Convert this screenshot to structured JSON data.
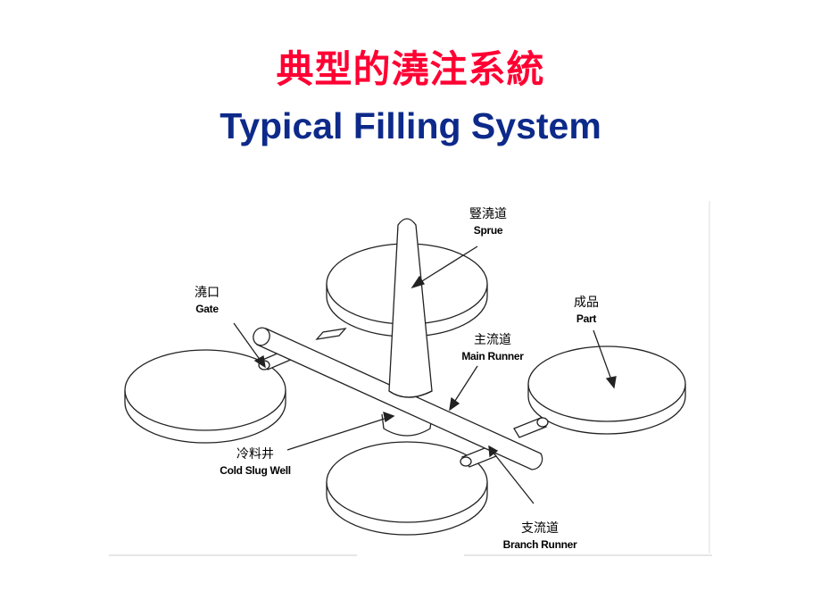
{
  "title": {
    "chinese": "典型的澆注系統",
    "english": "Typical Filling System"
  },
  "labels": {
    "sprue": {
      "zh": "豎澆道",
      "en": "Sprue"
    },
    "gate": {
      "zh": "澆口",
      "en": "Gate"
    },
    "part": {
      "zh": "成品",
      "en": "Part"
    },
    "main_runner": {
      "zh": "主流道",
      "en": "Main Runner"
    },
    "cold_slug_well": {
      "zh": "冷料井",
      "en": "Cold Slug Well"
    },
    "branch_runner": {
      "zh": "支流道",
      "en": "Branch Runner"
    }
  },
  "colors": {
    "title_zh": "#ff0033",
    "title_en": "#0d2a8a"
  }
}
